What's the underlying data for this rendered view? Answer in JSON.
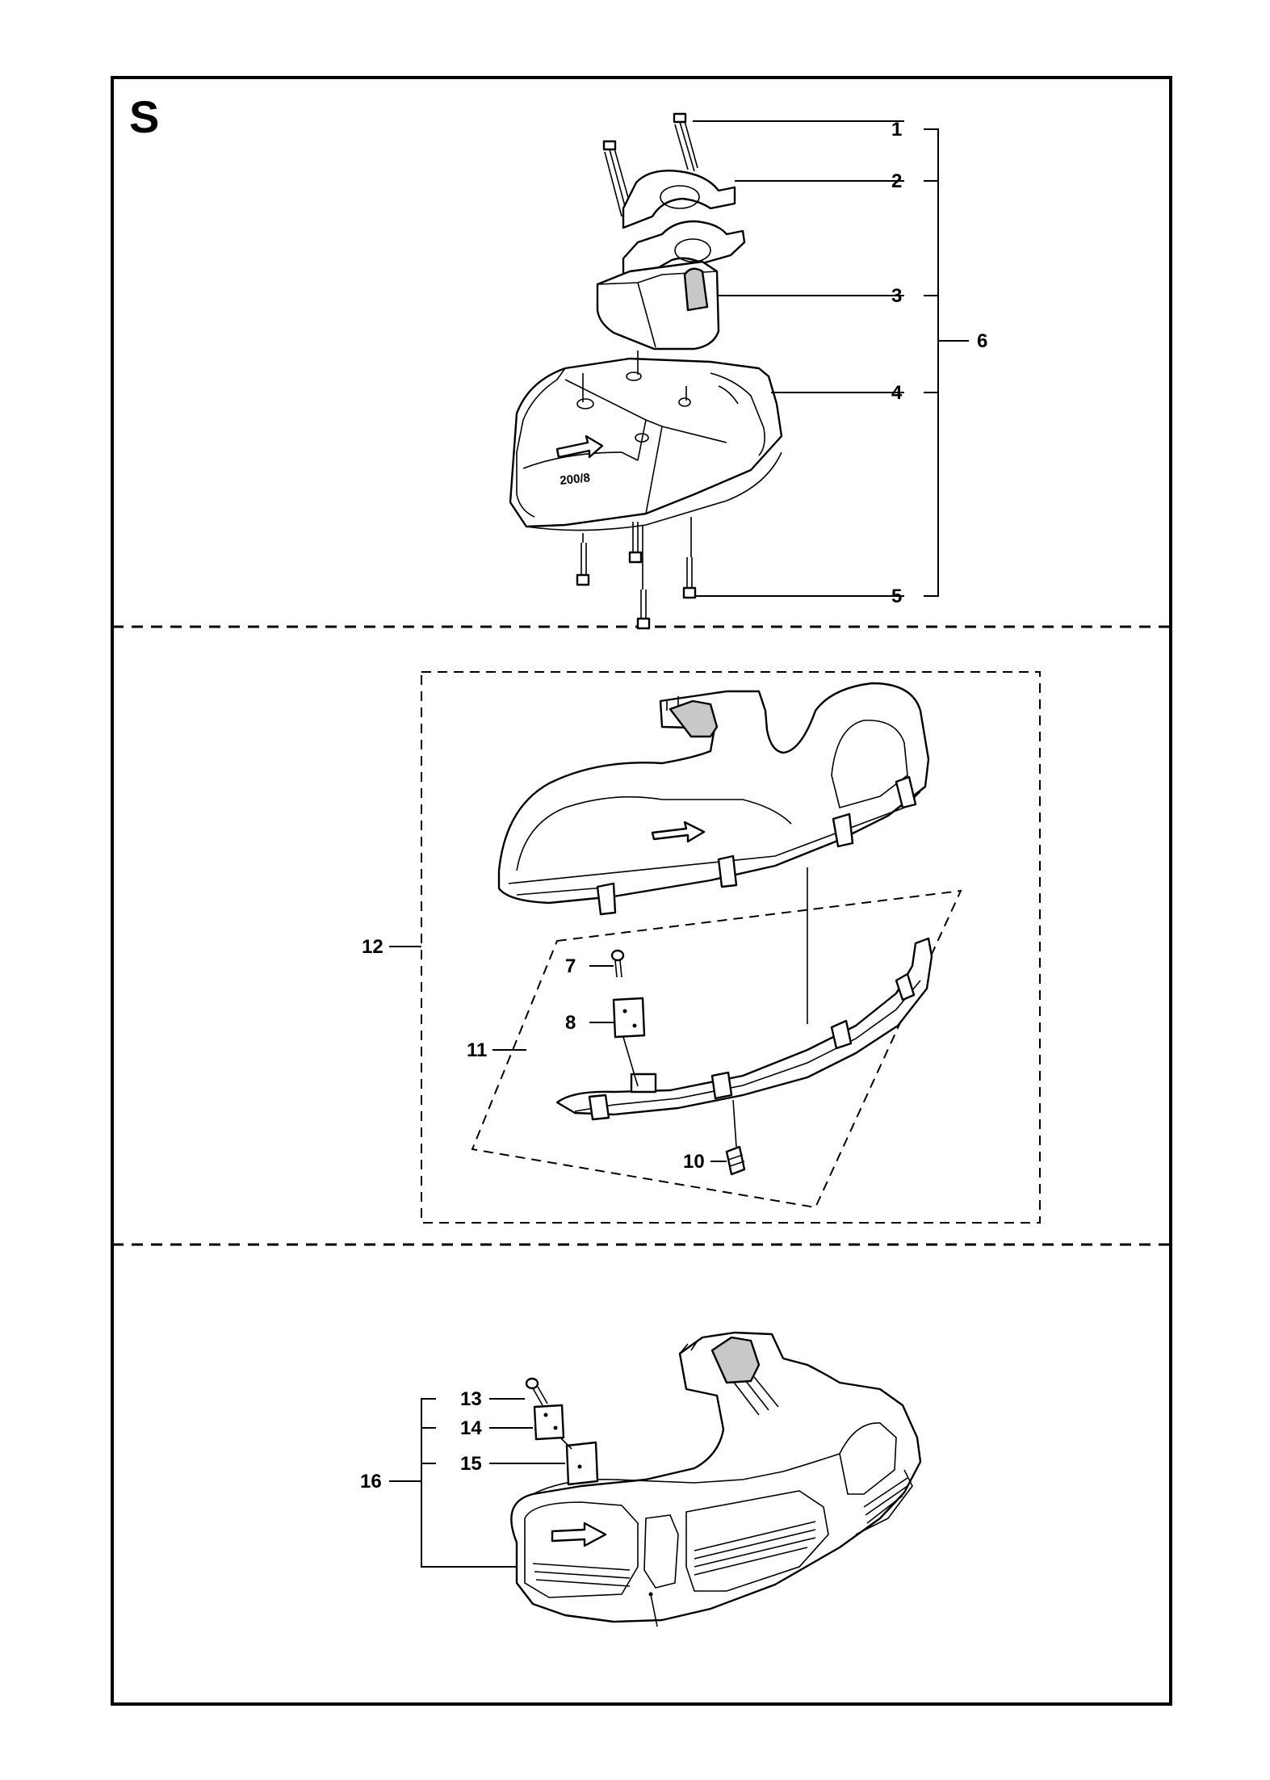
{
  "section": {
    "letter": "S"
  },
  "embossed_marking": "200/8",
  "callouts": [
    {
      "id": "1",
      "text": "1"
    },
    {
      "id": "2",
      "text": "2"
    },
    {
      "id": "3",
      "text": "3"
    },
    {
      "id": "4",
      "text": "4"
    },
    {
      "id": "5",
      "text": "5"
    },
    {
      "id": "6",
      "text": "6"
    },
    {
      "id": "7",
      "text": "7"
    },
    {
      "id": "8",
      "text": "8"
    },
    {
      "id": "10",
      "text": "10"
    },
    {
      "id": "11",
      "text": "11"
    },
    {
      "id": "12",
      "text": "12"
    },
    {
      "id": "13",
      "text": "13"
    },
    {
      "id": "14",
      "text": "14"
    },
    {
      "id": "15",
      "text": "15"
    },
    {
      "id": "16",
      "text": "16"
    }
  ]
}
